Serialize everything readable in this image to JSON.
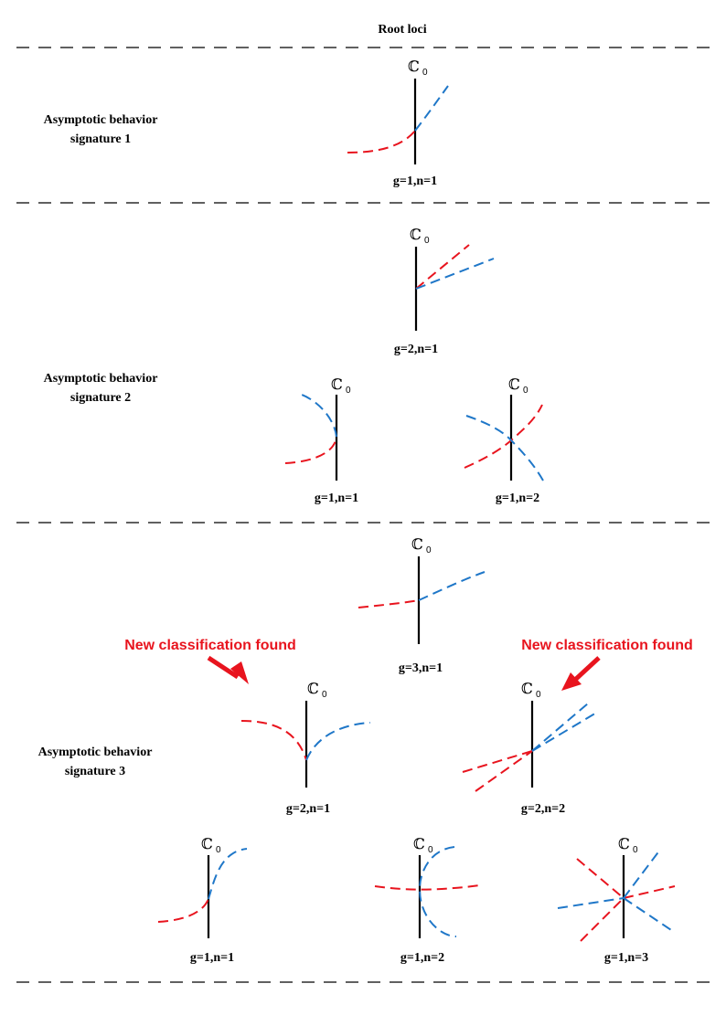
{
  "title": "Root loci",
  "axis_symbol": "ℂ",
  "axis_subscript": "0",
  "sections": [
    {
      "signature_line1": "Asymptotic behavior",
      "signature_line2": "signature 1"
    },
    {
      "signature_line1": "Asymptotic behavior",
      "signature_line2": "signature 2"
    },
    {
      "signature_line1": "Asymptotic behavior",
      "signature_line2": "signature 3"
    }
  ],
  "panels": [
    {
      "label": "g=1,n=1"
    },
    {
      "label": "g=2,n=1"
    },
    {
      "label": "g=1,n=1"
    },
    {
      "label": "g=1,n=2"
    },
    {
      "label": "g=3,n=1"
    },
    {
      "label": "g=2,n=1"
    },
    {
      "label": "g=2,n=2"
    },
    {
      "label": "g=1,n=1"
    },
    {
      "label": "g=1,n=2"
    },
    {
      "label": "g=1,n=3"
    }
  ],
  "callouts": [
    {
      "text": "New classification found"
    },
    {
      "text": "New classification found"
    }
  ],
  "colors": {
    "red_branch": "#e8141e",
    "blue_branch": "#1f77c8",
    "callout": "#e8141e"
  }
}
